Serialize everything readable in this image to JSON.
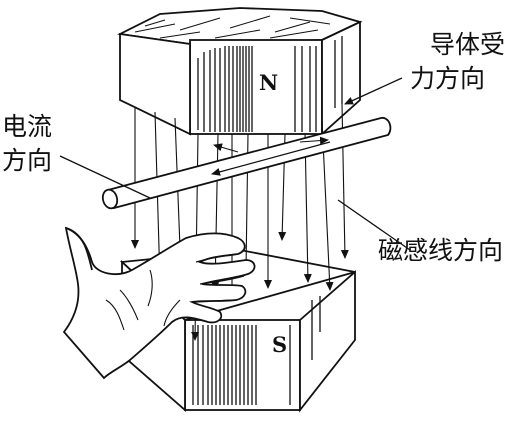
{
  "labels": {
    "current_line1": "电流",
    "current_line2": "方向",
    "force_line1": "导体受",
    "force_line2": "力方向",
    "field": "磁感线方向"
  },
  "poles": {
    "north": "N",
    "south": "S"
  },
  "colors": {
    "ink": "#111111",
    "paper": "#ffffff"
  }
}
